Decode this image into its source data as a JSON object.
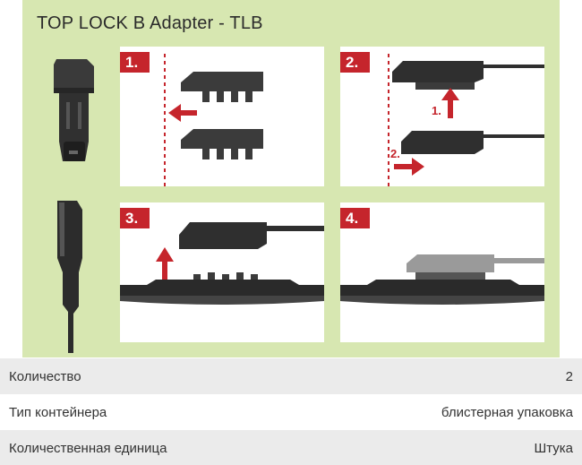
{
  "title": "TOP LOCK B Adapter - TLB",
  "steps": [
    {
      "number": "1."
    },
    {
      "number": "2.",
      "sub_labels": [
        "1.",
        "2."
      ]
    },
    {
      "number": "3."
    },
    {
      "number": "4."
    }
  ],
  "specs": [
    {
      "label": "Количество",
      "value": "2"
    },
    {
      "label": "Тип контейнера",
      "value": "блистерная упаковка"
    },
    {
      "label": "Количественная единица",
      "value": "Штука"
    }
  ],
  "colors": {
    "panel": "#d7e7b1",
    "accent": "#c5252c",
    "row_shade": "#ebebeb"
  },
  "icons": [
    "adapter-front-view",
    "wiper-arm-side-view",
    "red-arrow-left",
    "red-arrow-up",
    "red-arrow-right"
  ]
}
